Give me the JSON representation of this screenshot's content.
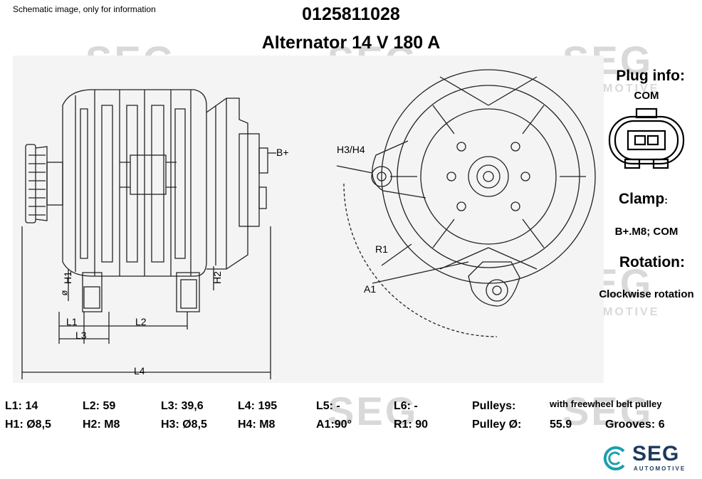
{
  "header": {
    "note": "Schematic image, only for information",
    "part_number": "0125811028",
    "description": "Alternator 14 V 180 A"
  },
  "side_info": {
    "plug_heading": "Plug info:",
    "plug_value": "COM",
    "clamp_heading": "Clamp",
    "clamp_colon": ":",
    "clamp_value": "B+.M8; COM",
    "rotation_heading": "Rotation:",
    "rotation_value": "Clockwise rotation"
  },
  "diagram_labels": {
    "b_plus": "B+",
    "h3h4": "H3/H4",
    "r1": "R1",
    "a1": "A1",
    "h1": "H1",
    "h2": "H2",
    "phi": "ø",
    "l1": "L1",
    "l2": "L2",
    "l3": "L3",
    "l4": "L4"
  },
  "specs": {
    "row1": [
      "L1: 14",
      "L2: 59",
      "L3: 39,6",
      "L4: 195",
      "L5: -",
      "L6: -"
    ],
    "row2": [
      "H1: Ø8,5",
      "H2: M8",
      "H3: Ø8,5",
      "H4: M8",
      "A1:90°",
      "R1: 90"
    ],
    "pulleys_label": "Pulleys:",
    "pulleys_value": "with freewheel belt pulley",
    "pulley_d_label": "Pulley Ø:",
    "pulley_d_value": "55.9",
    "grooves": "Grooves: 6"
  },
  "brand": {
    "logo_text": "SEG",
    "logo_sub": "AUTOMOTIVE",
    "watermark_text": "SEG",
    "watermark_sub": "AUTOMOTIVE",
    "accent_color": "#1a9fb0",
    "dark_color": "#1d3a5c"
  }
}
